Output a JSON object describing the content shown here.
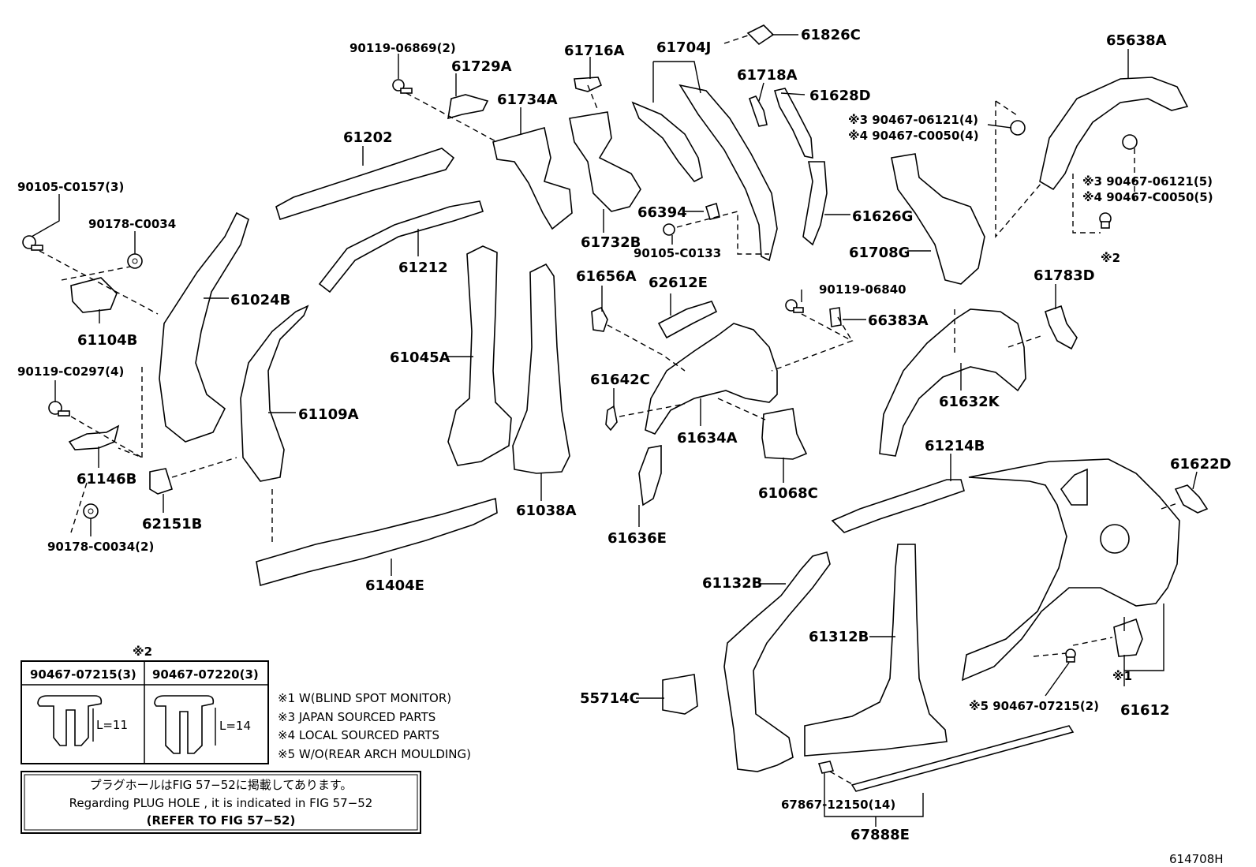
{
  "diagram_id": "614708H",
  "labels": {
    "l_90119_06869": "90119-06869(2)",
    "l_61729A": "61729A",
    "l_61734A": "61734A",
    "l_61716A": "61716A",
    "l_61704J": "61704J",
    "l_61826C": "61826C",
    "l_61718A": "61718A",
    "l_61628D": "61628D",
    "l_65638A": "65638A",
    "l_s3_top": "※3 90467-06121(4)",
    "l_s4_top": "※4 90467-C0050(4)",
    "l_s3_bot": "※3 90467-06121(5)",
    "l_s4_bot": "※4 90467-C0050(5)",
    "l_x2": "※2",
    "l_61202": "61202",
    "l_90105_C0157": "90105-C0157(3)",
    "l_90178_C0034": "90178-C0034",
    "l_61212": "61212",
    "l_61732B": "61732B",
    "l_66394": "66394",
    "l_90105_C0133": "90105-C0133",
    "l_61626G": "61626G",
    "l_61708G": "61708G",
    "l_61024B": "61024B",
    "l_61104B": "61104B",
    "l_61656A": "61656A",
    "l_62612E": "62612E",
    "l_90119_06840": "90119-06840",
    "l_66383A": "66383A",
    "l_61783D": "61783D",
    "l_90119_C0297": "90119-C0297(4)",
    "l_61045A": "61045A",
    "l_61642C": "61642C",
    "l_61632K": "61632K",
    "l_61109A": "61109A",
    "l_61634A": "61634A",
    "l_61146B": "61146B",
    "l_61214B": "61214B",
    "l_61622D": "61622D",
    "l_61068C": "61068C",
    "l_62151B": "62151B",
    "l_61038A": "61038A",
    "l_90178_C0034_2": "90178-C0034(2)",
    "l_61636E": "61636E",
    "l_61404E": "61404E",
    "l_61132B": "61132B",
    "l_61312B": "61312B",
    "l_55714C": "55714C",
    "l_s5": "※5 90467-07215(2)",
    "l_x1": "※1",
    "l_61612": "61612",
    "l_67867": "67867-12150(14)",
    "l_67888E": "67888E"
  },
  "clip_table": {
    "ref_mark": "※2",
    "col1_part": "90467-07215(3)",
    "col2_part": "90467-07220(3)",
    "col1_length": "L=11",
    "col2_length": "L=14"
  },
  "notes": [
    "※1 W(BLIND SPOT MONITOR)",
    "※3 JAPAN SOURCED PARTS",
    "※4 LOCAL SOURCED PARTS",
    "※5 W/O(REAR ARCH MOULDING)"
  ],
  "plug_hole_box": {
    "line_jp": "プラグホールはFIG 57−52に掲載してあります。",
    "line_en": "Regarding  PLUG  HOLE , it is indicated in  FIG  57−52",
    "line_ref": "(REFER  TO  FIG  57−52)"
  }
}
